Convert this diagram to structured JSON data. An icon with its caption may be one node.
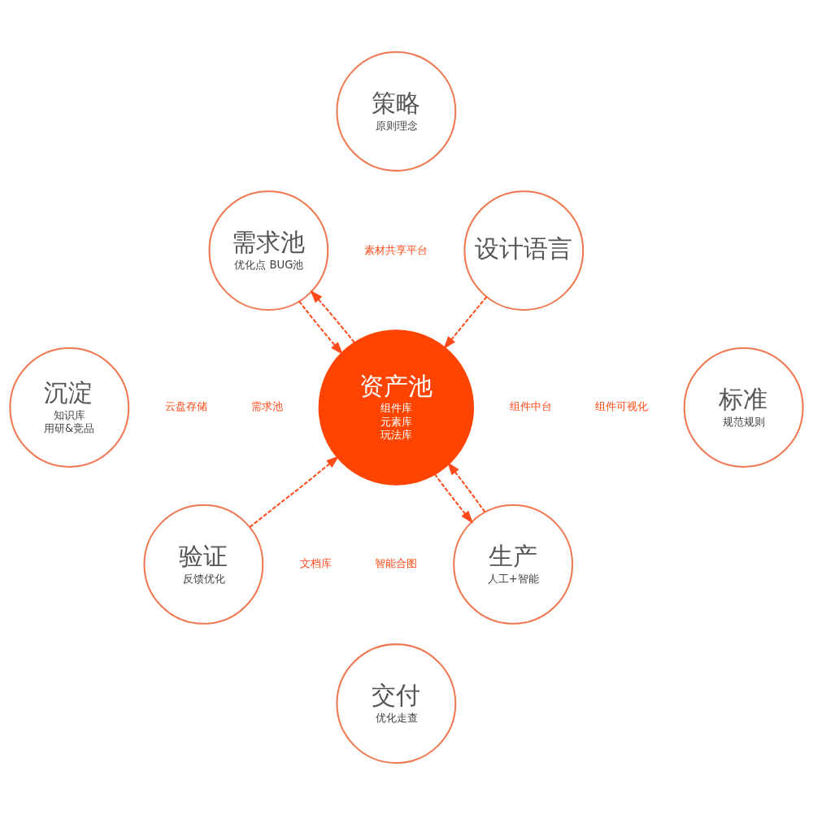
{
  "diagram": {
    "nodes": [
      {
        "text": [
          "策略",
          "原则理念"
        ]
      },
      {
        "text": [
          "需求池",
          "优化点 BUG池"
        ]
      },
      {
        "text": [
          "设计语言"
        ]
      },
      {
        "text": [
          "资产池",
          "组件库",
          "元素库",
          "玩法库"
        ]
      },
      {
        "text": [
          "沉淀",
          "知识库",
          "用研&竞品"
        ]
      },
      {
        "text": [
          "标准",
          "规范规则"
        ]
      },
      {
        "text": [
          "验证",
          "反馈优化"
        ]
      },
      {
        "text": [
          "生产",
          "人工+智能"
        ]
      },
      {
        "text": [
          "交付",
          "优化走查"
        ]
      }
    ],
    "edges": [
      {
        "from": 3,
        "to": 1,
        "arrow": "to",
        "style": "dashed"
      },
      {
        "from": 1,
        "to": 3,
        "arrow": "to",
        "style": "dashed"
      },
      {
        "from": 2,
        "to": 3,
        "arrow": "to",
        "style": "dashed"
      },
      {
        "from": 6,
        "to": 3,
        "arrow": "to",
        "style": "dashed"
      },
      {
        "from": 3,
        "to": 7,
        "arrow": "to",
        "style": "dashed"
      },
      {
        "from": 7,
        "to": 3,
        "arrow": "to",
        "style": "dashed"
      }
    ],
    "labels": [
      "素材共享平台",
      "组件中台",
      "云盘存储",
      "组件可视化",
      "需求池",
      "文档库",
      "智能合图"
    ]
  }
}
